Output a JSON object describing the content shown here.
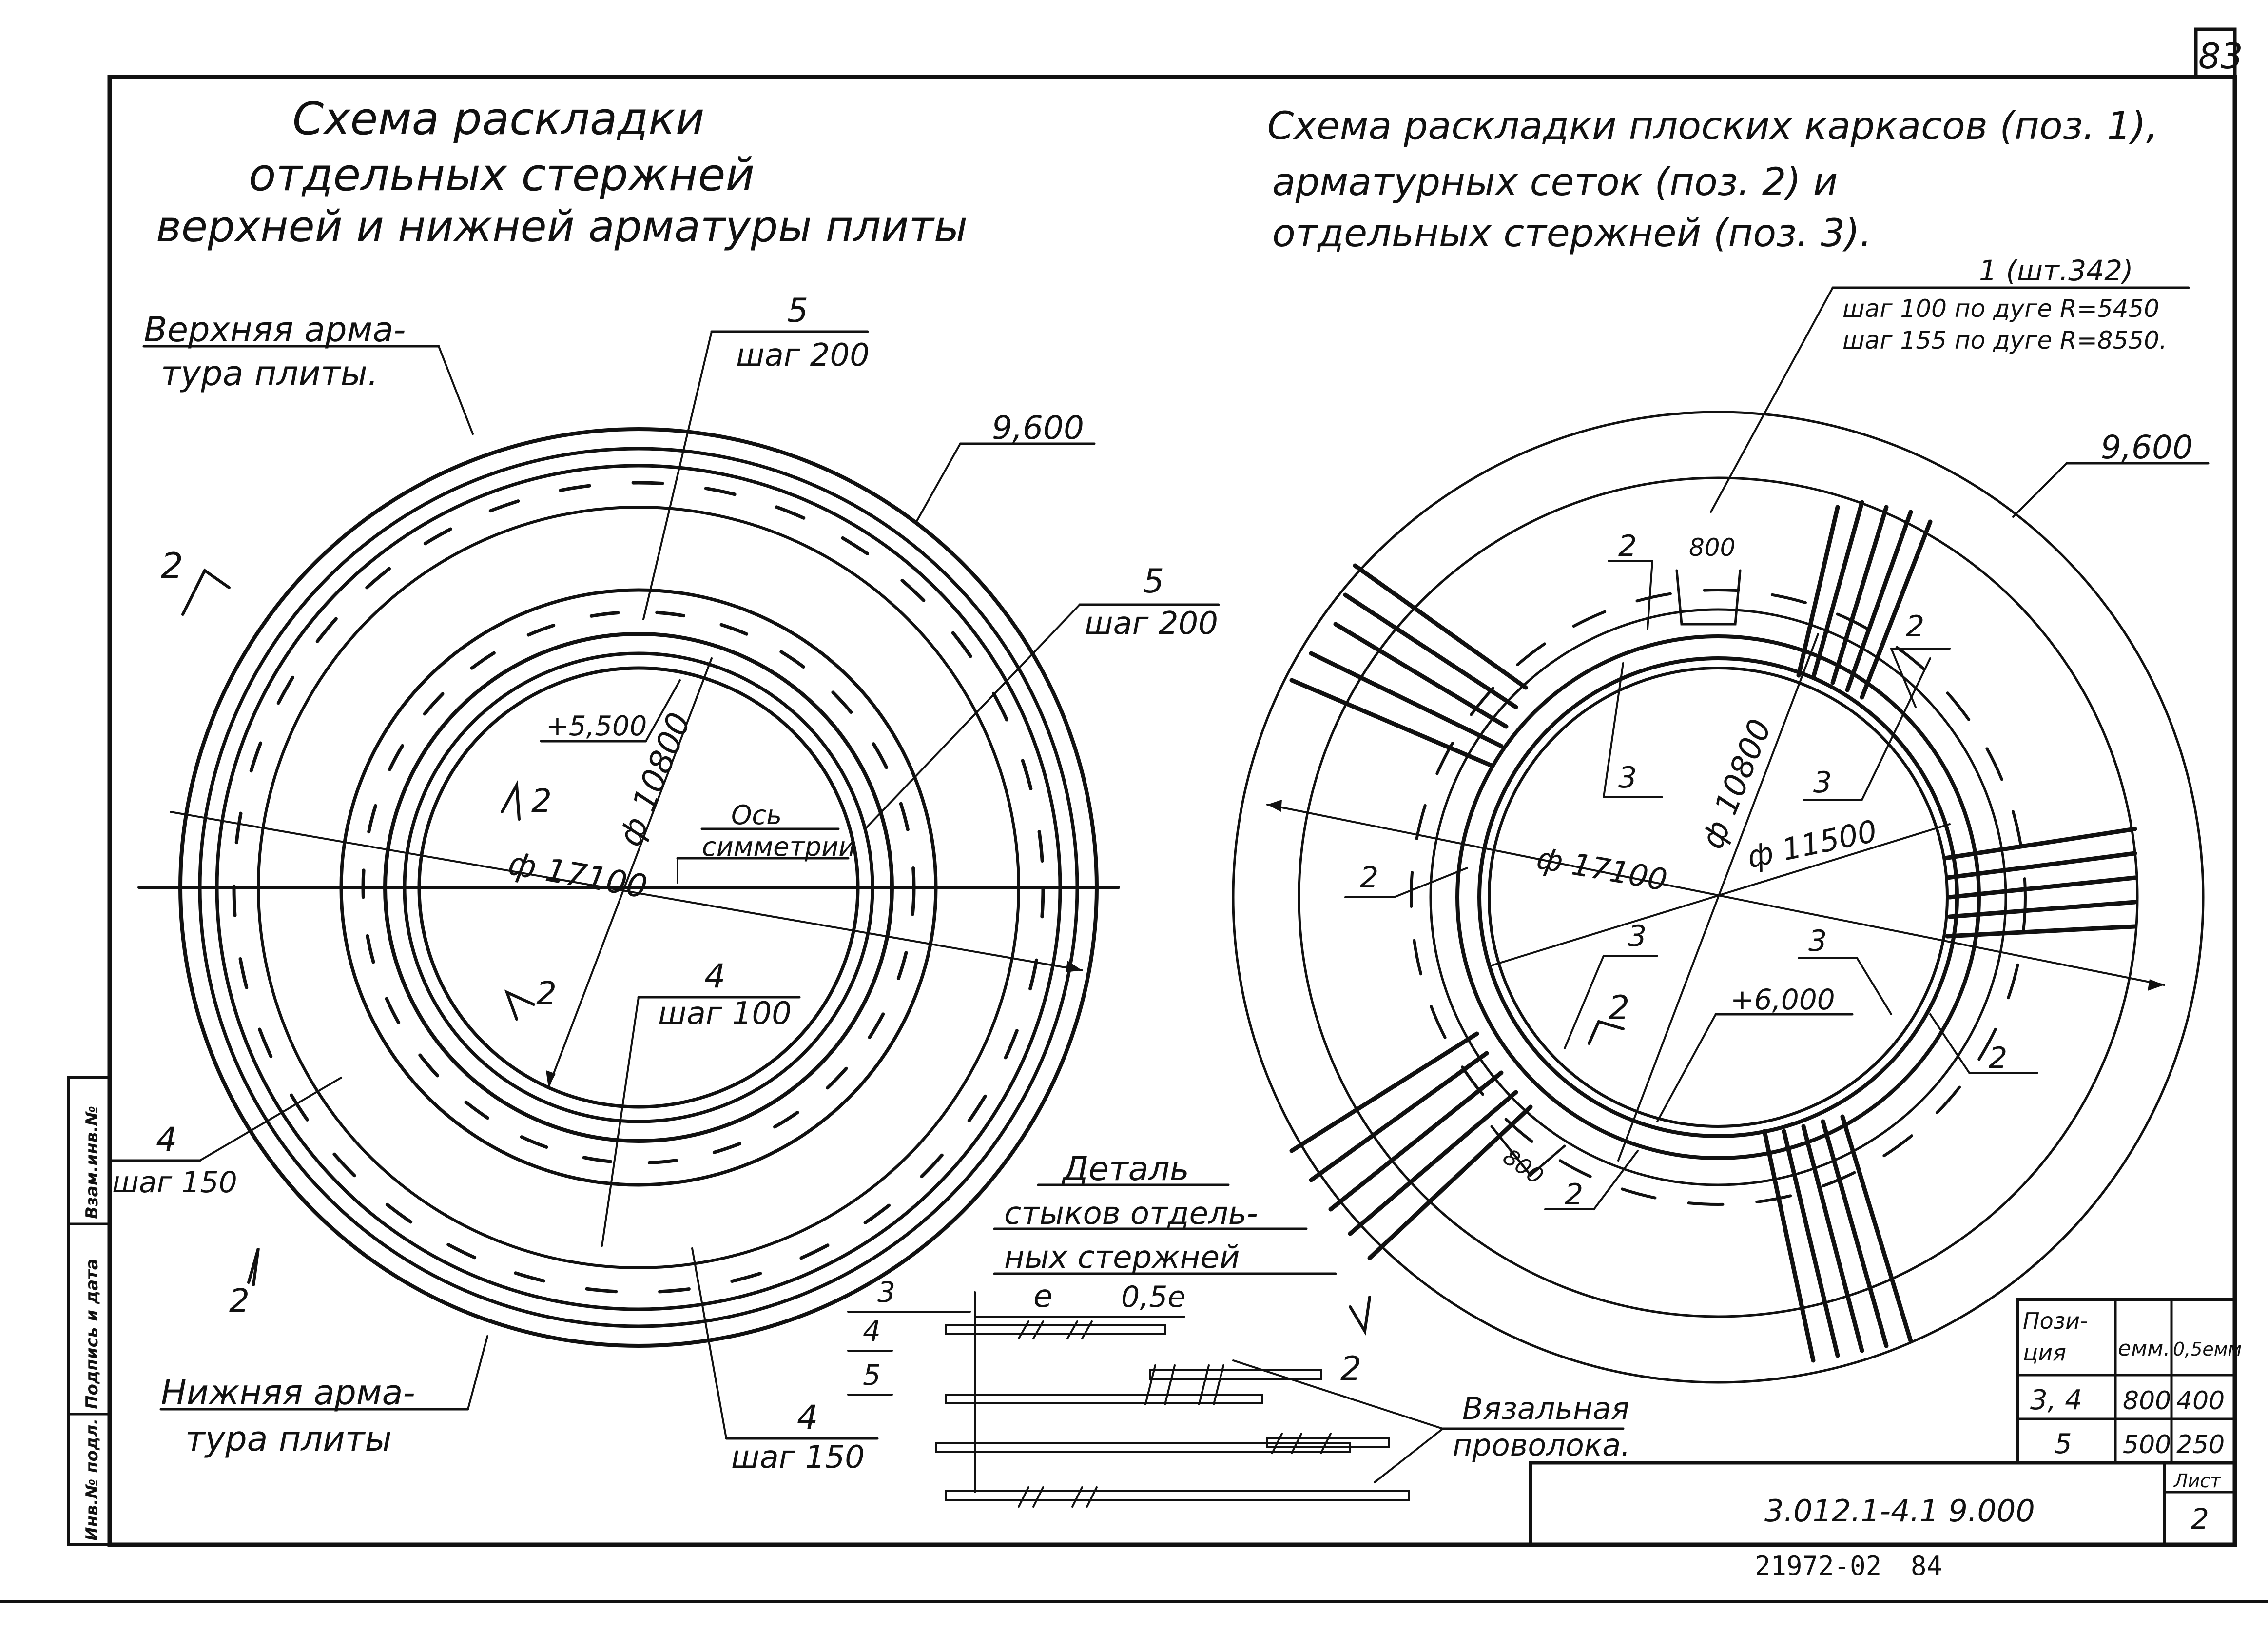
{
  "sheet": {
    "page_number": "83",
    "designation": "3.012.1-4.1 9.000",
    "sheet_label": "Лист",
    "sheet_number": "2",
    "archive_number": "21972-02",
    "archive_page": "84",
    "side_stamp": {
      "inv_no": "Инв.№ подл.",
      "sign_date": "Подпись и дата",
      "replace_inv": "Взам.инв.№"
    }
  },
  "left": {
    "title": [
      "Схема раскладки",
      "отдельных стержней",
      "верхней и нижней арматуры плиты"
    ],
    "top_label": [
      "Верхняя арма-",
      "тура плиты."
    ],
    "bottom_label": [
      "Нижняя арма-",
      "тура плиты"
    ],
    "callout_top": {
      "pos": "5",
      "step": "шаг 200"
    },
    "callout_right": {
      "pos": "5",
      "step": "шаг 200"
    },
    "callout_level": "9,600",
    "callout_bottom_center": {
      "pos": "4",
      "step": "шаг 100"
    },
    "callout_bottom": {
      "pos": "4",
      "step": "шаг 150"
    },
    "callout_left": {
      "pos": "4",
      "step": "шаг 150"
    },
    "inner_level": "+5,500",
    "dia_inner": "ф 10800",
    "dia_outer": "ф 17100",
    "axis_label": [
      "Ось",
      "симметрии"
    ],
    "section_mark": "2"
  },
  "right": {
    "title": [
      "Схема раскладки плоских каркасов (поз. 1),",
      "арматурных сеток (поз. 2) и",
      "отдельных стержней (поз. 3)."
    ],
    "pos1": "1 (шт.342)",
    "pos1_step1": "шаг 100 по дуге R=5450",
    "pos1_step2": "шаг 155 по дуге R=8550.",
    "level": "9,600",
    "level_inner": "+6,000",
    "dia_inner": "ф 10800",
    "dia_outer": "ф 17100",
    "dia_mid": "ф 11500",
    "dim_800": "800",
    "pos2": "2",
    "pos3": "3",
    "section_mark": "2"
  },
  "detail": {
    "title": [
      "Деталь",
      "стыков отдель-",
      "ных стержней"
    ],
    "labels": [
      "3",
      "4",
      "5"
    ],
    "l": "e",
    "half_l": "0,5e",
    "wire": [
      "Вязальная",
      "проволока."
    ]
  },
  "table": {
    "headers": [
      "Пози-",
      "ция",
      "eмм.",
      "0,5eмм"
    ],
    "rows": [
      [
        "3, 4",
        "800",
        "400"
      ],
      [
        "5",
        "500",
        "250"
      ]
    ]
  }
}
